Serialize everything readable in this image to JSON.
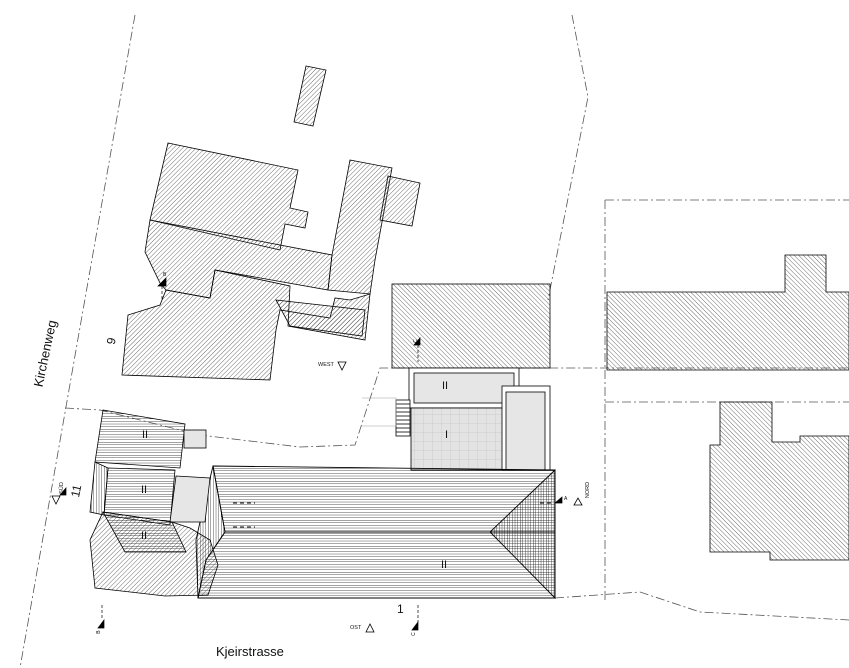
{
  "streets": {
    "kirchenweg": "Kirchenweg",
    "kjeirstrasse": "Kjeirstrasse"
  },
  "plot_numbers": {
    "nine": "9",
    "one": "1",
    "eleven": "11"
  },
  "floor_labels": {
    "west_house_top": "II",
    "west_house_middle": "II",
    "west_house_bottom": "II",
    "annex_upper": "II",
    "annex_courtyard": "I",
    "main_roof": "II"
  },
  "section_markers": {
    "a": "A",
    "b_top": "B",
    "b_bottom": "B",
    "c_top": "C",
    "c_bottom": "C"
  },
  "view_labels": {
    "west": "WEST",
    "nord": "NORD",
    "ost": "OST",
    "sud": "SÜD"
  },
  "colors": {
    "hatch": "#333333",
    "courtyard_fill": "#e3e3e3",
    "gray_fill": "#e6e6e6",
    "line": "#000000"
  }
}
